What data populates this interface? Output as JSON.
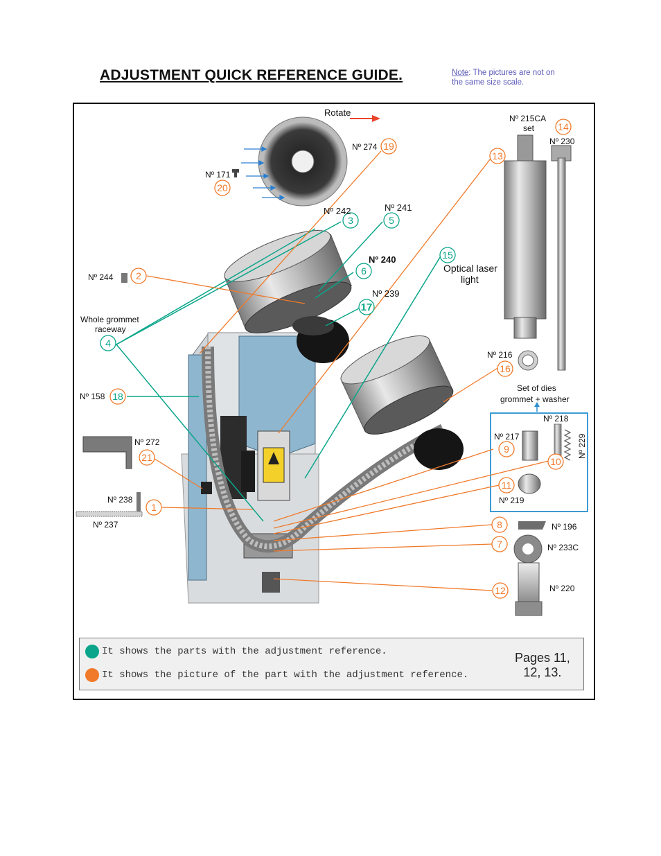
{
  "title": "ADJUSTMENT QUICK REFERENCE GUIDE.",
  "note": {
    "label": "Note",
    "text": ": The pictures are not on",
    "text2": "the same size scale."
  },
  "rotate_label": "Rotate",
  "colors": {
    "teal": "#0aa58a",
    "orange": "#f07a2a",
    "box_blue": "#2a8fd0",
    "machine_blue": "#8fb6cf"
  },
  "callouts": {
    "c1": "1",
    "c2": "2",
    "c3": "3",
    "c4": "4",
    "c5": "5",
    "c6": "6",
    "c7": "7",
    "c8": "8",
    "c9": "9",
    "c10": "10",
    "c11": "11",
    "c12": "12",
    "c13": "13",
    "c14": "14",
    "c15": "15",
    "c16": "16",
    "c17": "17",
    "c18": "18",
    "c19": "19",
    "c20": "20",
    "c21": "21"
  },
  "parts": {
    "p274": "Nº 274",
    "p171": "Nº 171",
    "p242": "Nº 242",
    "p241": "Nº 241",
    "p240": "Nº 240",
    "p239": "Nº 239",
    "p244": "Nº 244",
    "p158": "Nº 158",
    "p272": "Nº 272",
    "p238": "Nº 238",
    "p237": "Nº 237",
    "p215": "Nº 215CA",
    "p215b": "set",
    "p230": "Nº 230",
    "p216": "Nº 216",
    "p218": "Nº 218",
    "p217": "Nº 217",
    "p229": "Nº 229",
    "p219": "Nº 219",
    "p196": "Nº 196",
    "p233": "Nº 233C",
    "p220": "Nº 220"
  },
  "labels": {
    "raceway1": "Whole grommet",
    "raceway2": "raceway",
    "laser1": "Optical laser",
    "laser2": "light",
    "dies1": "Set of dies",
    "dies2": "grommet + washer"
  },
  "legend": {
    "teal_text": "It shows the parts with the adjustment reference.",
    "orange_text": "It shows the picture of the part with the adjustment reference.",
    "pages1": "Pages 11,",
    "pages2": "12, 13."
  }
}
